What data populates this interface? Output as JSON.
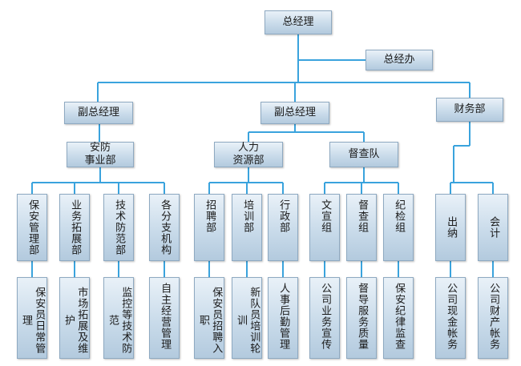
{
  "colors": {
    "connector": "#3aa3dd",
    "box_border": "#8ea9c1",
    "box_fill_top": "#e9f1f8",
    "box_fill_bottom": "#b3cade"
  },
  "org": {
    "ceo": "总经理",
    "ceo_office": "总经办",
    "vp_left": "副总经理",
    "vp_mid": "副总经理",
    "finance": "财务部",
    "security_division": "安防\n事业部",
    "hr_division": "人力\n资源部",
    "supervision_team": "督查队",
    "depts": {
      "security_mgmt": "保安管理部",
      "business_dev": "业务拓展部",
      "tech_prevention": "技术防范部",
      "branches": "各分支机构",
      "recruitment": "招聘部",
      "training": "培训部",
      "admin": "行政部",
      "propaganda": "文宣组",
      "inspection": "督查组",
      "discipline": "纪检组",
      "cashier": "出纳",
      "accounting": "会计"
    },
    "duties": {
      "security_mgmt": "保安员日常管理",
      "business_dev": "市场拓展及维护",
      "tech_prevention": "监控等技术防范",
      "branches": "自主经营管理",
      "recruitment": "保安员招聘入职",
      "training": "新队员培训轮训",
      "admin": "人事后勤管理",
      "propaganda": "公司业务宣传",
      "inspection": "督导服务质量",
      "discipline": "保安纪律监查",
      "cashier": "公司现金帐务",
      "accounting": "公司财产帐务"
    }
  }
}
